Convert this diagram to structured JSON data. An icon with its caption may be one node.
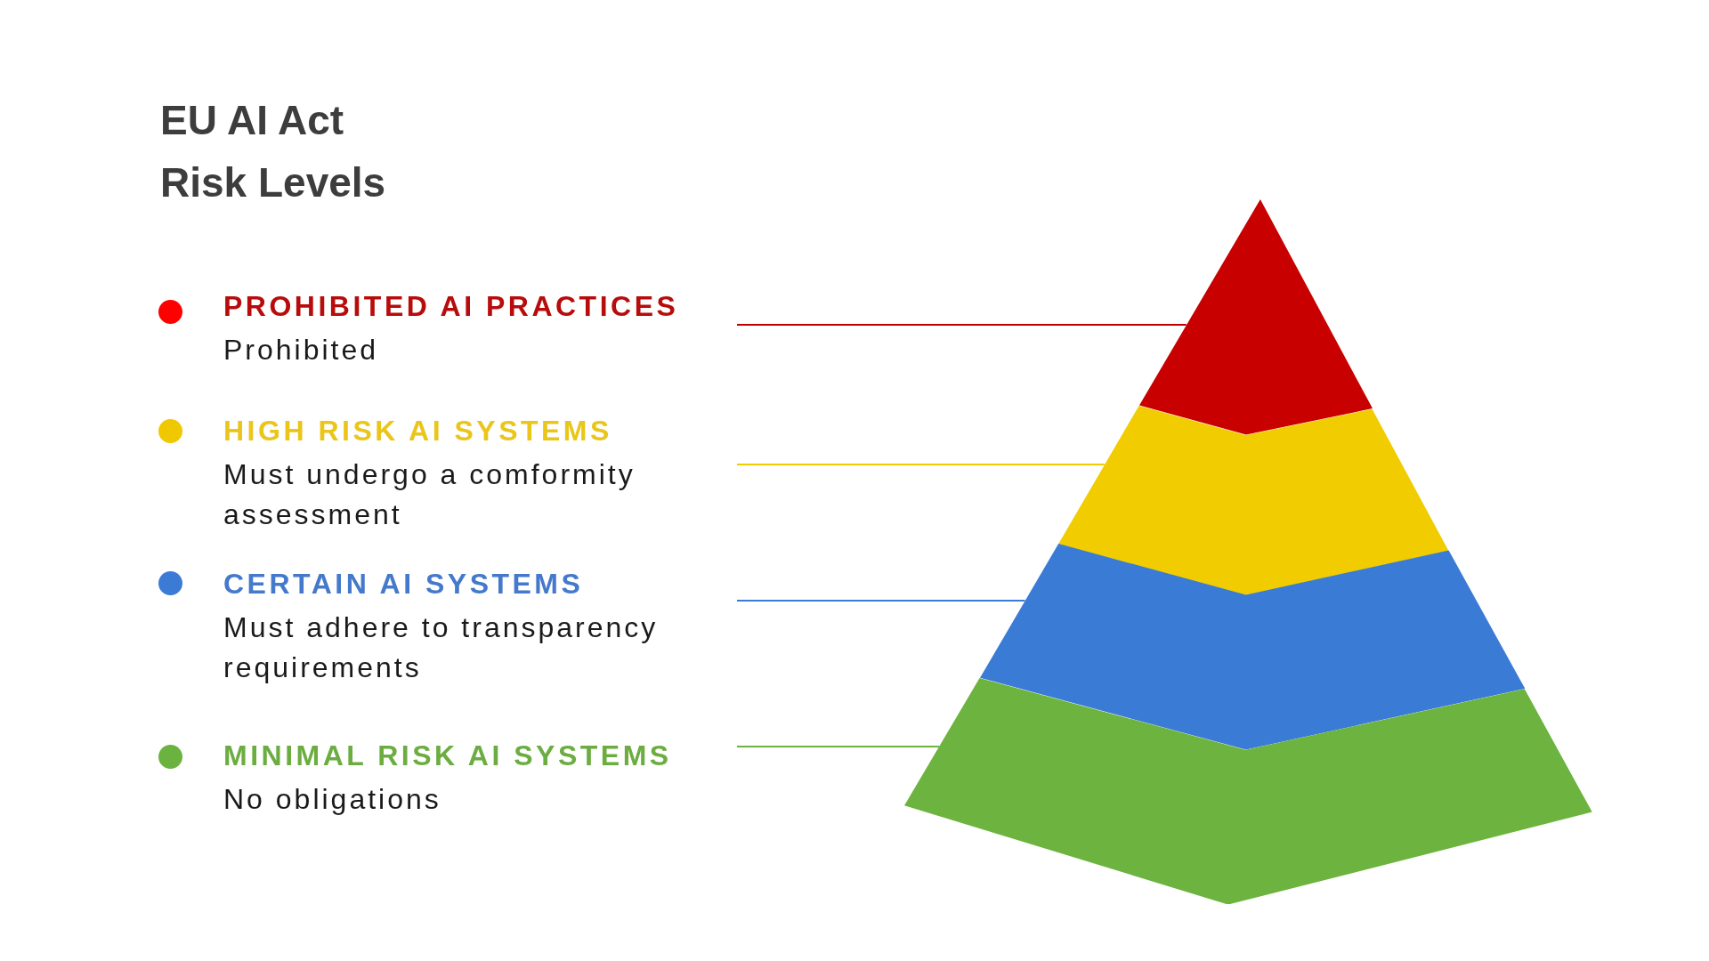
{
  "diagram": {
    "title": "EU AI Act Risk Levels",
    "nodes": [
      {
        "text": [
          "PROHIBITED AI PRACTICES",
          "Prohibited"
        ]
      },
      {
        "text": [
          "HIGH RISK AI SYSTEMS",
          "Must undergo a comformity assessment"
        ]
      },
      {
        "text": [
          "CERTAIN AI SYSTEMS",
          "Must adhere to transparency requirements"
        ]
      },
      {
        "text": [
          "MINIMAL RISK AI SYSTEMS",
          "No obligations"
        ]
      },
      {
        "text": [],
        "shape": "triangle"
      },
      {
        "text": [],
        "shape": "band"
      },
      {
        "text": [],
        "shape": "band"
      },
      {
        "text": [],
        "shape": "band"
      }
    ],
    "edges": [
      {
        "from": 0,
        "to": 4,
        "arrow": "none",
        "color": "#c00000"
      },
      {
        "from": 1,
        "to": 5,
        "arrow": "none",
        "color": "#f0cc00"
      },
      {
        "from": 2,
        "to": 6,
        "arrow": "none",
        "color": "#3a7bd5"
      },
      {
        "from": 3,
        "to": 7,
        "arrow": "none",
        "color": "#6db33f"
      }
    ]
  }
}
